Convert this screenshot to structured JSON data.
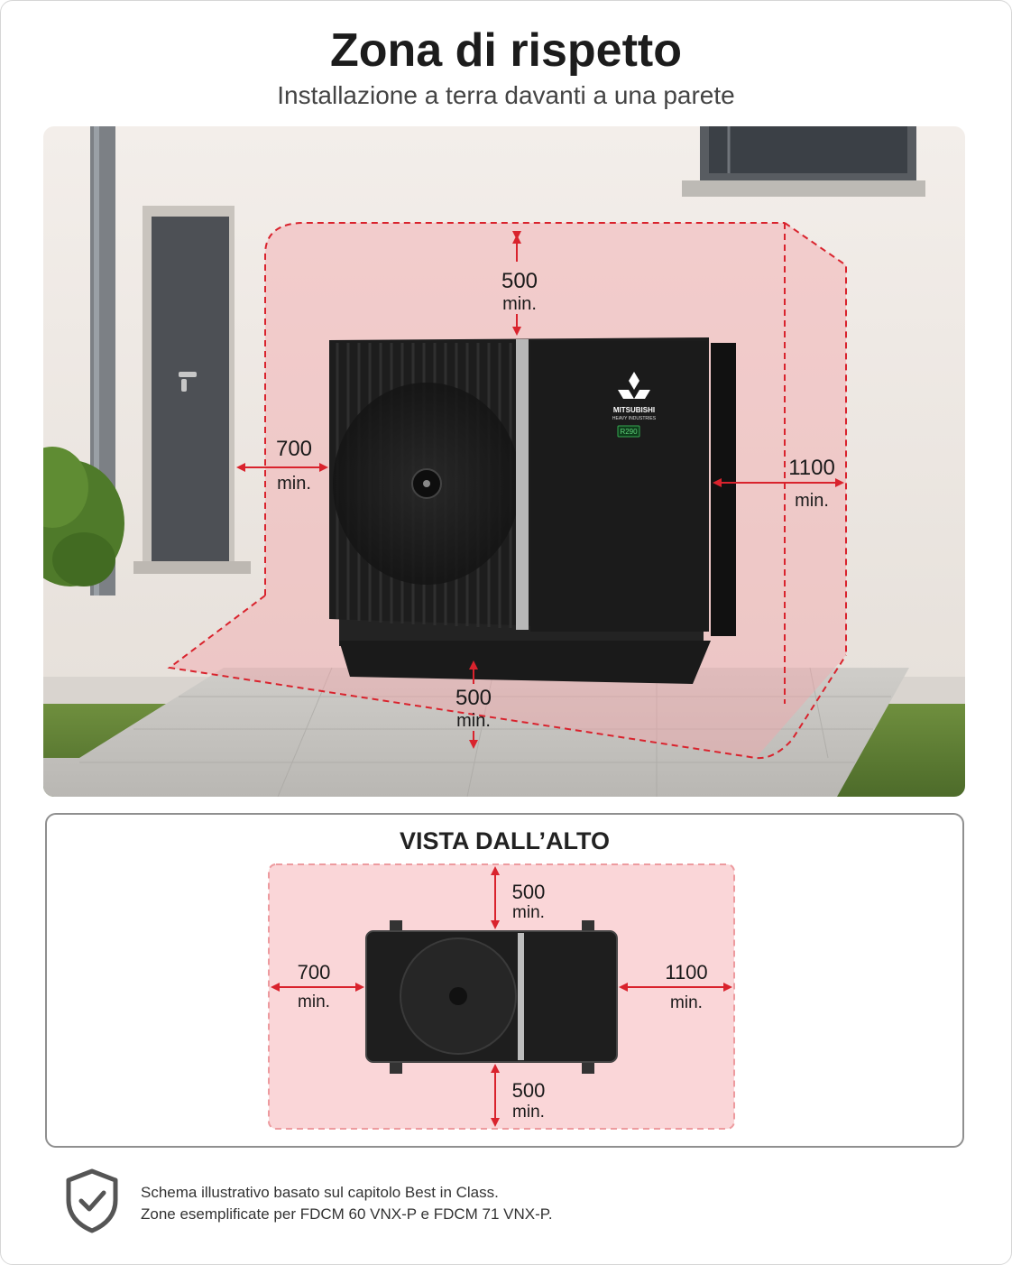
{
  "header": {
    "title": "Zona di rispetto",
    "subtitle": "Installazione a terra davanti a una parete"
  },
  "scene": {
    "brand": "MITSUBISHI",
    "brand_sub": "HEAVY INDUSTRIES",
    "refrigerant_badge": "R290",
    "dimensions": {
      "top": {
        "value": "500",
        "unit": "min."
      },
      "left": {
        "value": "700",
        "unit": "min."
      },
      "right": {
        "value": "1100",
        "unit": "min."
      },
      "front": {
        "value": "500",
        "unit": "min."
      }
    }
  },
  "top_view": {
    "title": "VISTA DALL’ALTO",
    "dimensions": {
      "top": {
        "value": "500",
        "unit": "min."
      },
      "left": {
        "value": "700",
        "unit": "min."
      },
      "right": {
        "value": "1100",
        "unit": "min."
      },
      "bottom": {
        "value": "500",
        "unit": "min."
      }
    }
  },
  "footer": {
    "icon": "shield-check-icon",
    "line1": "Schema illustrativo basato sul capitolo Best in Class.",
    "line2": "Zone esemplificate per FDCM 60 VNX-P e FDCM 71 VNX-P."
  },
  "colors": {
    "zone_fill": "#f4a6aa",
    "zone_stroke": "#d9232d",
    "arrow": "#d9232d",
    "unit_body": "#1d1d1d"
  }
}
